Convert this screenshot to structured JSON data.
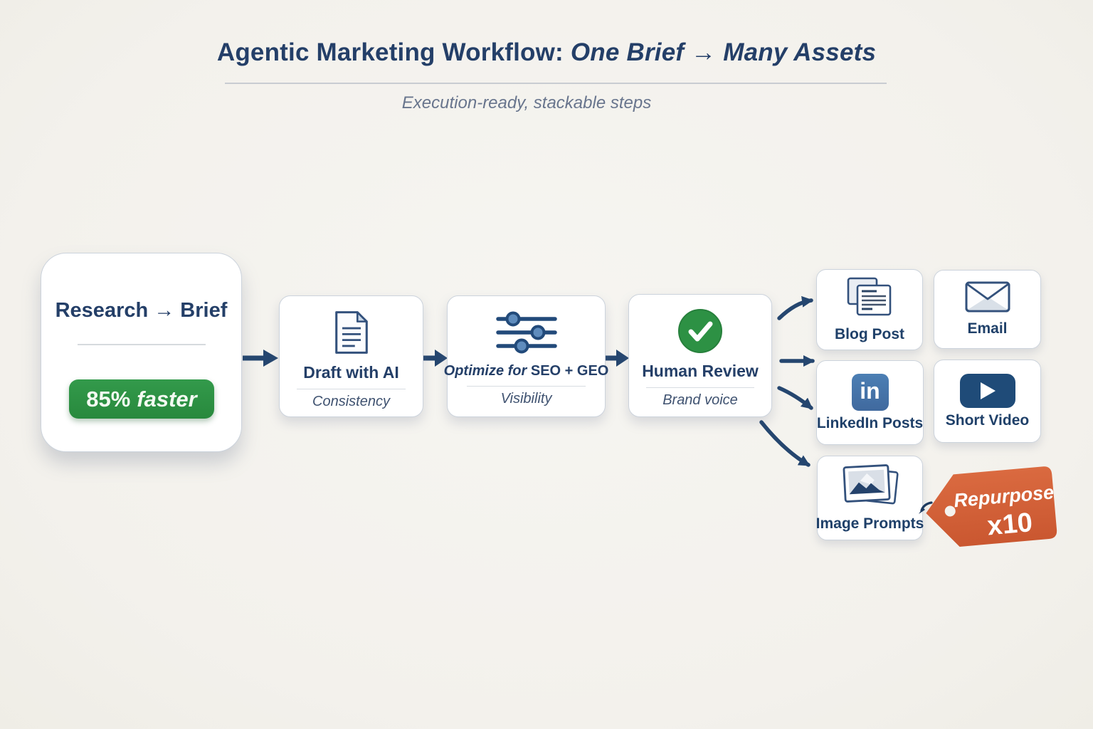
{
  "header": {
    "title_bold": "Agentic Marketing Workflow:",
    "title_italic": "One Brief → Many Assets",
    "subtitle": "Execution-ready, stackable steps"
  },
  "source": {
    "title": "Research → Brief",
    "badge_value": "85%",
    "badge_label": "faster"
  },
  "steps": [
    {
      "title": "Draft with AI",
      "caption": "Consistency",
      "icon": "document-icon"
    },
    {
      "title_lead": "Optimize for",
      "title_tail": "SEO + GEO",
      "caption": "Visibility",
      "icon": "sliders-icon"
    },
    {
      "title": "Human Review",
      "caption": "Brand voice",
      "icon": "check-circle-icon"
    }
  ],
  "outputs": [
    {
      "label": "Blog Post",
      "icon": "blog-pages-icon"
    },
    {
      "label": "Email",
      "icon": "envelope-icon"
    },
    {
      "label": "LinkedIn Posts",
      "icon": "linkedin-icon",
      "glyph": "in"
    },
    {
      "label": "Short Video",
      "icon": "play-icon"
    },
    {
      "label": "Image Prompts",
      "icon": "image-stack-icon"
    }
  ],
  "tag": {
    "line1": "Repurpose",
    "line2": "x10"
  },
  "colors": {
    "background": "#f4f2ee",
    "navy_text": "#243f68",
    "arrow_navy": "#25466f",
    "badge_green": "#2e9343",
    "check_green": "#2d9144",
    "linkedin_blue": "#4678ad",
    "video_navy": "#1f4b78",
    "tag_orange": "#d2603a"
  }
}
